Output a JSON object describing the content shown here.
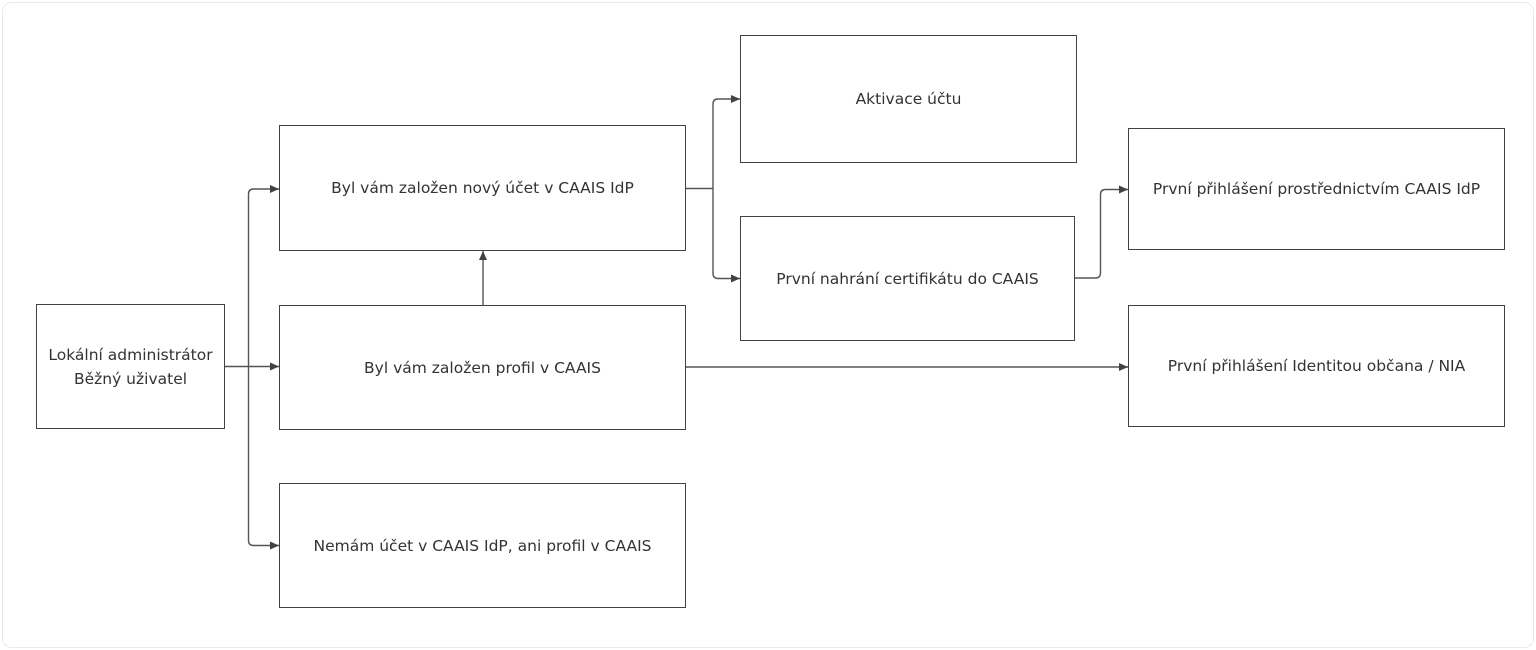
{
  "diagram": {
    "nodes": {
      "actor": {
        "line1": "Lokální administrátor",
        "line2": "Běžný uživatel"
      },
      "new_account": {
        "label": "Byl vám založen nový účet v CAAIS IdP"
      },
      "profile": {
        "label": "Byl vám založen profil v CAAIS"
      },
      "no_account": {
        "label": "Nemám účet v CAAIS IdP, ani profil v CAAIS"
      },
      "activation": {
        "label": "Aktivace účtu"
      },
      "certificate": {
        "label": "První nahrání certifikátu do CAAIS"
      },
      "login_idp": {
        "label": "První přihlášení prostřednictvím CAAIS IdP"
      },
      "login_nia": {
        "label": "První přihlášení Identitou občana / NIA"
      }
    },
    "edges": [
      {
        "from": "actor",
        "to": "new_account"
      },
      {
        "from": "actor",
        "to": "profile"
      },
      {
        "from": "actor",
        "to": "no_account"
      },
      {
        "from": "profile",
        "to": "new_account"
      },
      {
        "from": "new_account",
        "to": "activation"
      },
      {
        "from": "new_account",
        "to": "certificate"
      },
      {
        "from": "certificate",
        "to": "login_idp"
      },
      {
        "from": "profile",
        "to": "login_nia"
      }
    ],
    "colors": {
      "box_border": "#424242",
      "connector": "#555555",
      "text": "#333333",
      "frame_border": "#e7e9eb",
      "background": "#ffffff"
    }
  }
}
